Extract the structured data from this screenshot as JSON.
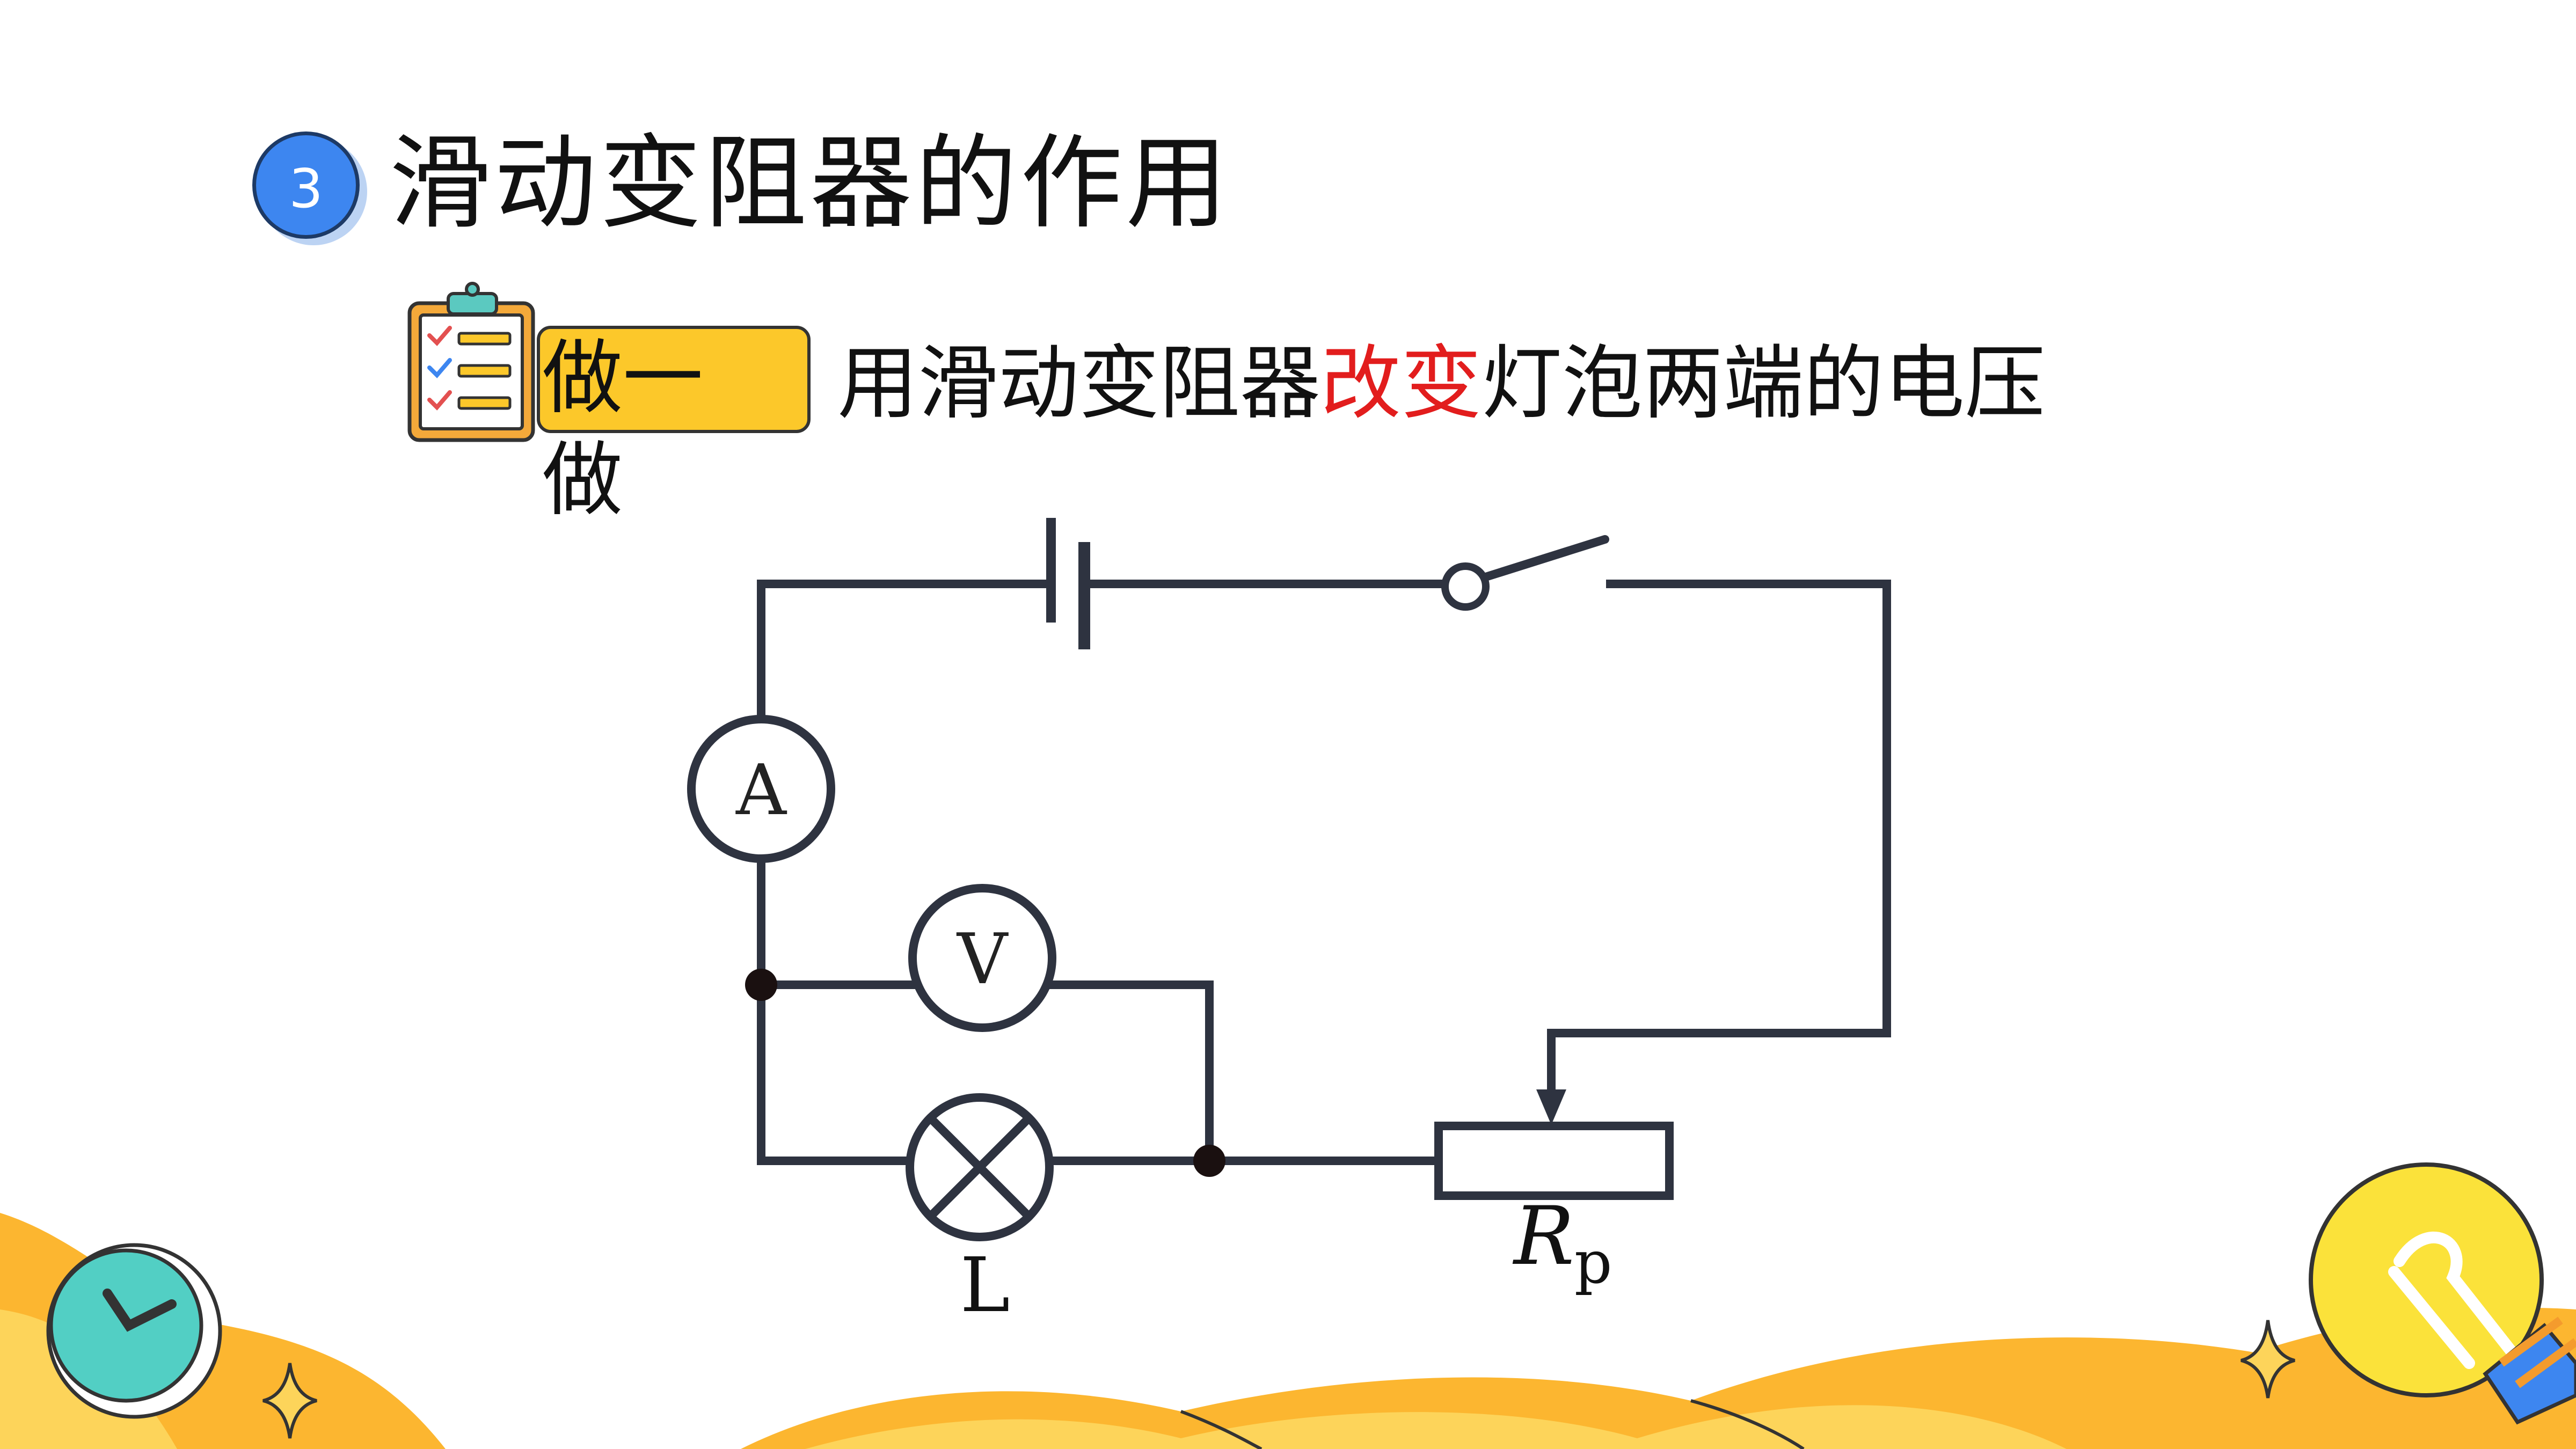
{
  "heading": {
    "number": "3",
    "title": "滑动变阻器的作用"
  },
  "activity": {
    "tag": "做一做",
    "task_before": "用滑动变阻器",
    "task_highlight": "改变",
    "task_after": "灯泡两端的电压"
  },
  "circuit": {
    "ammeter": "A",
    "voltmeter": "V",
    "lamp_label": "L",
    "rheostat_label_main": "R",
    "rheostat_label_sub": "p"
  },
  "colors": {
    "accent_blue": "#3d86f0",
    "tag_yellow": "#fcc82a",
    "highlight_red": "#e21d1d",
    "wire": "#2e3340",
    "wave_orange": "#fcb630",
    "clock_teal": "#52cfc4"
  },
  "icons": {
    "clipboard": "checklist-clipboard-icon",
    "clock": "clock-icon",
    "bulb": "light-bulb-icon",
    "sparkle": "sparkle-icon"
  }
}
